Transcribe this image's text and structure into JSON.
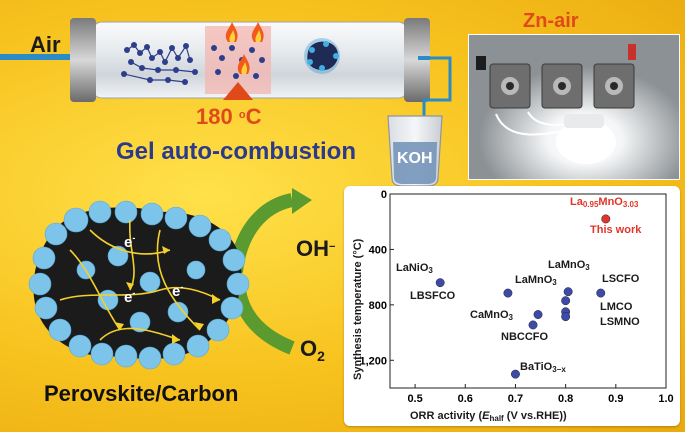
{
  "labels": {
    "air": "Air",
    "temperature_value": "180",
    "temperature_unit_o": "o",
    "temperature_unit_c": "C",
    "gel": "Gel auto-combustion",
    "koh": "KOH",
    "zn_air": "Zn-air",
    "oh": "OH",
    "oh_charge": "−",
    "o2": "O",
    "o2_sub": "2",
    "perovskite": "Perovskite/Carbon",
    "electron": "e",
    "electron_charge": "-"
  },
  "chart_data": {
    "type": "scatter",
    "xlabel_pre": "ORR activity (",
    "xlabel_E": "E",
    "xlabel_sub": "half",
    "xlabel_post": " (V vs.RHE))",
    "ylabel": "Synthesis temperature (°C)",
    "xlim": [
      0.45,
      1.0
    ],
    "ylim": [
      0,
      1400
    ],
    "y_inverted": true,
    "x_ticks": [
      "0.5",
      "0.6",
      "0.7",
      "0.8",
      "0.9",
      "1.0"
    ],
    "y_ticks": [
      "0",
      "400",
      "800",
      "1,200"
    ],
    "points": [
      {
        "label": "La0.95MnO3.03 (This work)",
        "x": 0.88,
        "y": 180,
        "color": "#e0362a"
      },
      {
        "label": "LaNiO3",
        "x": 0.55,
        "y": 640,
        "color": "#3d4aa8"
      },
      {
        "label": "LBSFCO",
        "x": 0.685,
        "y": 715,
        "color": "#3d4aa8"
      },
      {
        "label": "LaMnO3",
        "x": 0.805,
        "y": 705,
        "color": "#3d4aa8"
      },
      {
        "label": "LSCFO",
        "x": 0.87,
        "y": 715,
        "color": "#3d4aa8"
      },
      {
        "label": "LMCO",
        "x": 0.8,
        "y": 770,
        "color": "#3d4aa8"
      },
      {
        "label": "CaMnO3",
        "x": 0.745,
        "y": 870,
        "color": "#3d4aa8"
      },
      {
        "label": "LSMNO",
        "x": 0.8,
        "y": 850,
        "color": "#3d4aa8"
      },
      {
        "label": "LaMnO3 (2)",
        "x": 0.8,
        "y": 885,
        "color": "#3d4aa8"
      },
      {
        "label": "NBCCFO",
        "x": 0.735,
        "y": 945,
        "color": "#3d4aa8"
      },
      {
        "label": "BaTiO3-x",
        "x": 0.7,
        "y": 1300,
        "color": "#3d4aa8"
      }
    ],
    "text_labels": {
      "la095": "La",
      "la095_sub1": "0.95",
      "la095_mn": "MnO",
      "la095_sub2": "3.03",
      "this_work": "This work",
      "lanio": "LaNiO",
      "lanio_sub": "3",
      "lbsfco": "LBSFCO",
      "lamno_a": "LaMnO",
      "lamno_a_sub": "3",
      "lamno_b": "LaMnO",
      "lamno_b_sub": "3",
      "lscfo": "LSCFO",
      "lmco": "LMCO",
      "camno": "CaMnO",
      "camno_sub": "3",
      "lsmno": "LSMNO",
      "nbccfo": "NBCCFO",
      "batio": "BaTiO",
      "batio_sub": "3−x"
    }
  },
  "colors": {
    "background": "#f7c21e",
    "orange_text": "#e04a1a",
    "blue_text": "#2d3a8c",
    "arrow_green": "#5a9a2e",
    "marker_red": "#e0362a",
    "marker_blue": "#3d4aa8"
  }
}
